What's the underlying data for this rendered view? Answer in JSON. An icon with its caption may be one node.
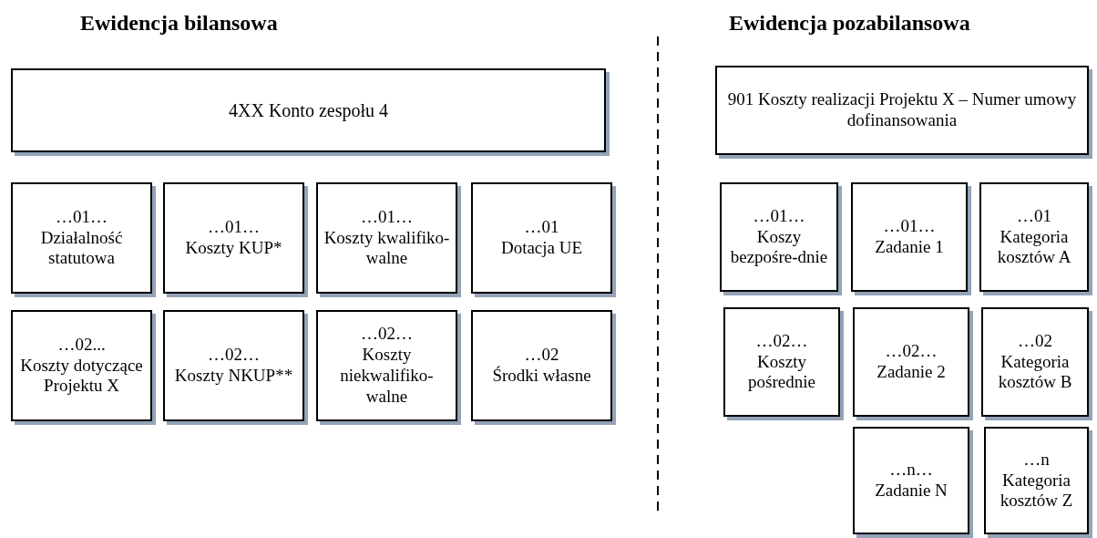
{
  "diagram": {
    "nodes": [
      {
        "text": [
          "4XX  Konto zespołu 4"
        ]
      },
      {
        "text": [
          "…01…",
          "Działalność statutowa"
        ]
      },
      {
        "text": [
          "…01…",
          "Koszty KUP*"
        ]
      },
      {
        "text": [
          "…01…",
          "Koszty kwalifiko-walne"
        ]
      },
      {
        "text": [
          "…01",
          "Dotacja UE"
        ]
      },
      {
        "text": [
          "…02...",
          "Koszty dotyczące Projektu X"
        ]
      },
      {
        "text": [
          "…02…",
          "Koszty NKUP**"
        ]
      },
      {
        "text": [
          "…02…",
          "Koszty niekwalifiko-walne"
        ]
      },
      {
        "text": [
          "…02",
          "Środki własne"
        ]
      },
      {
        "text": [
          "901 Koszty realizacji Projektu X – Numer umowy dofinansowania"
        ]
      },
      {
        "text": [
          "…01…",
          "Koszy bezpośre-dnie"
        ]
      },
      {
        "text": [
          "…01…",
          "Zadanie 1"
        ]
      },
      {
        "text": [
          "…01",
          "Kategoria kosztów A"
        ]
      },
      {
        "text": [
          "…02…",
          "Koszty pośrednie"
        ]
      },
      {
        "text": [
          "…02…",
          "Zadanie 2"
        ]
      },
      {
        "text": [
          "…02",
          "Kategoria kosztów B"
        ]
      },
      {
        "text": [
          "…n…",
          "Zadanie N"
        ]
      },
      {
        "text": [
          "…n",
          "Kategoria kosztów Z"
        ]
      }
    ],
    "labels": [
      "Ewidencja bilansowa",
      "Ewidencja pozabilansowa"
    ]
  }
}
